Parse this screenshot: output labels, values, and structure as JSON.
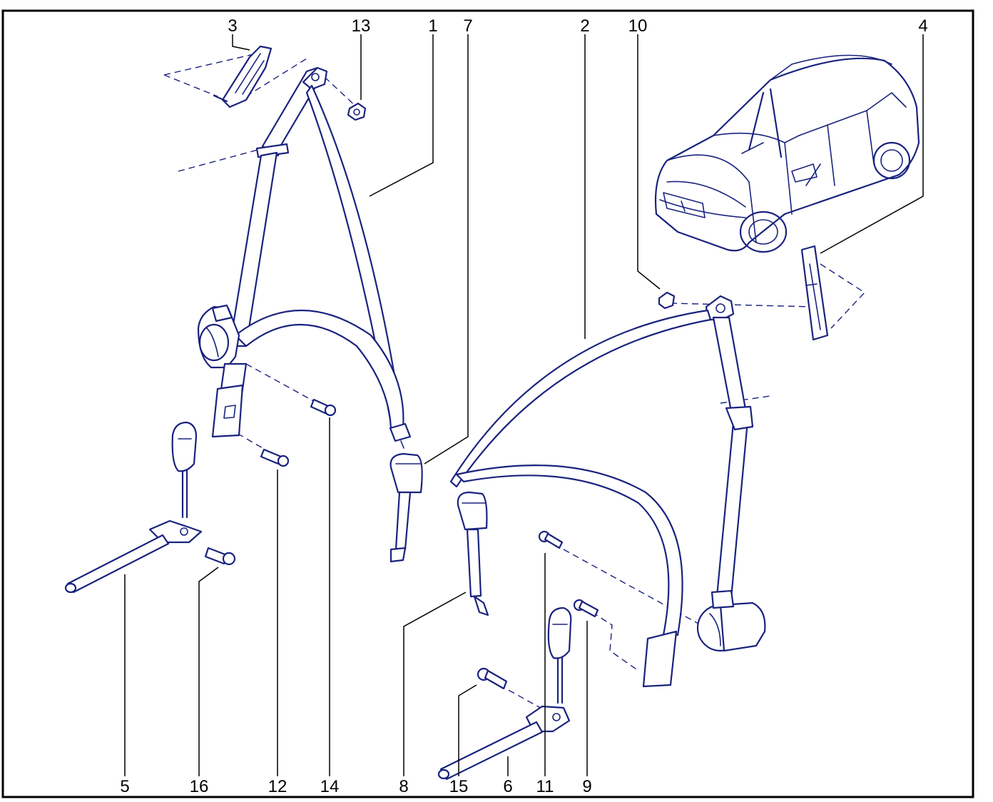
{
  "callouts": [
    {
      "id": "1",
      "text": "1"
    },
    {
      "id": "2",
      "text": "2"
    },
    {
      "id": "3",
      "text": "3"
    },
    {
      "id": "4",
      "text": "4"
    },
    {
      "id": "5",
      "text": "5"
    },
    {
      "id": "6",
      "text": "6"
    },
    {
      "id": "7",
      "text": "7"
    },
    {
      "id": "8",
      "text": "8"
    },
    {
      "id": "9",
      "text": "9"
    },
    {
      "id": "10",
      "text": "10"
    },
    {
      "id": "11",
      "text": "11"
    },
    {
      "id": "12",
      "text": "12"
    },
    {
      "id": "13",
      "text": "13"
    },
    {
      "id": "14",
      "text": "14"
    },
    {
      "id": "15",
      "text": "15"
    },
    {
      "id": "16",
      "text": "16"
    }
  ],
  "colors": {
    "line": "#1a237e",
    "leader": "#000000",
    "frame": "#000000"
  }
}
